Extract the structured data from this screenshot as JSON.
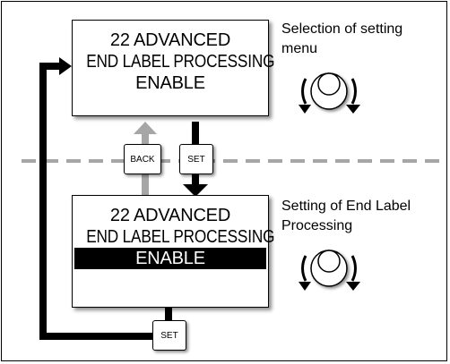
{
  "top_display": {
    "line1": "22 ADVANCED",
    "line2": "END LABEL PROCESSING",
    "line3": "ENABLE"
  },
  "bottom_display": {
    "line1": "22 ADVANCED",
    "line2": "END LABEL PROCESSING",
    "line3_highlighted": "ENABLE"
  },
  "captions": {
    "top_line1": "Selection of setting",
    "top_line2": "menu",
    "bottom_line1": "Setting of End Label",
    "bottom_line2": "Processing"
  },
  "keys": {
    "back": "BACK",
    "set": "SET",
    "set_bottom": "SET"
  },
  "icons": {
    "dial_top": "rotary-dial-icon",
    "dial_bottom": "rotary-dial-icon"
  },
  "colors": {
    "line": "#000000",
    "dashed_separator": "#a6a6a6",
    "back_arrow": "#a6a6a6",
    "highlight_bg": "#000000"
  }
}
